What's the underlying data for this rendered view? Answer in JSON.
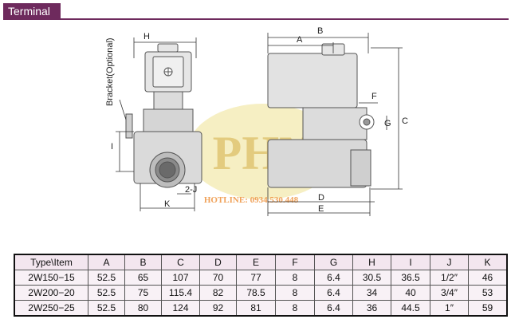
{
  "header": {
    "title": "Terminal"
  },
  "drawing": {
    "left_labels": {
      "bracket": "Bracket(Optional)",
      "h": "H",
      "i": "I",
      "j": "2-J",
      "k": "K"
    },
    "right_labels": {
      "a": "A",
      "b": "B",
      "c": "C",
      "d": "D",
      "e": "E",
      "f": "F",
      "g": "G"
    },
    "watermark": {
      "logo_text": "PHN",
      "hotline": "HOTLINE: 0934.530.448"
    }
  },
  "table": {
    "headers": [
      "Type\\Item",
      "A",
      "B",
      "C",
      "D",
      "E",
      "F",
      "G",
      "H",
      "I",
      "J",
      "K"
    ],
    "rows": [
      [
        "2W150−15",
        "52.5",
        "65",
        "107",
        "70",
        "77",
        "8",
        "6.4",
        "30.5",
        "36.5",
        "1/2″",
        "46"
      ],
      [
        "2W200−20",
        "52.5",
        "75",
        "115.4",
        "82",
        "78.5",
        "8",
        "6.4",
        "34",
        "40",
        "3/4″",
        "53"
      ],
      [
        "2W250−25",
        "52.5",
        "80",
        "124",
        "92",
        "81",
        "8",
        "6.4",
        "36",
        "44.5",
        "1″",
        "59"
      ]
    ]
  }
}
